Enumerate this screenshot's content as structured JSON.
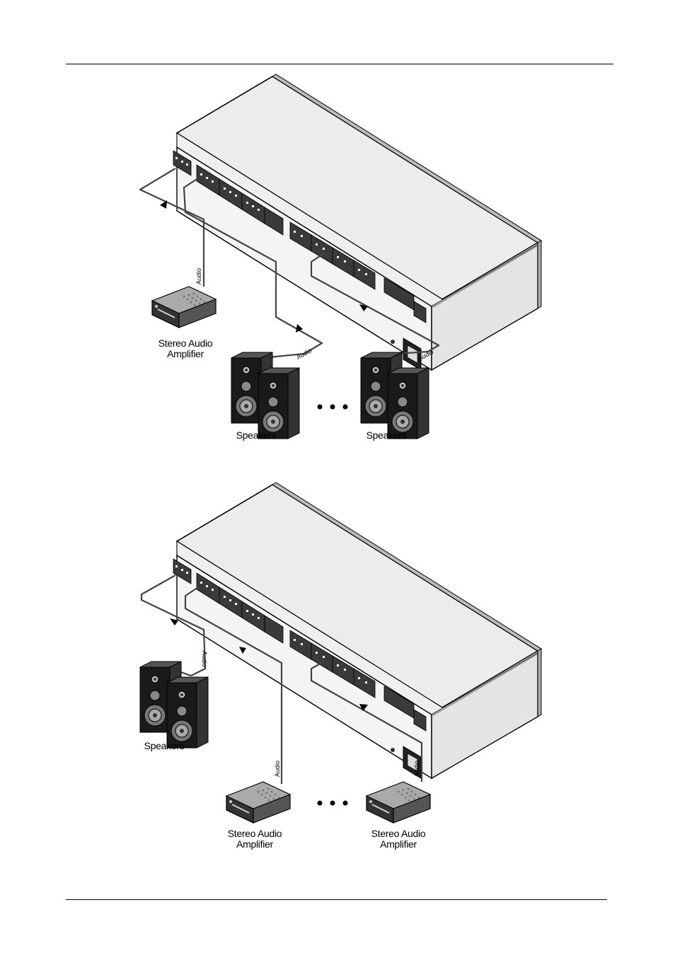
{
  "diagram1": {
    "amplifier_label_line1": "Stereo Audio",
    "amplifier_label_line2": "Amplifier",
    "speakers_left_label": "Speakers",
    "speakers_right_label": "Speakers",
    "cable_label_amp": "Audio",
    "cable_label_spk1": "Audio",
    "cable_label_spk2": "Audio"
  },
  "diagram2": {
    "speakers_label": "Speakers",
    "amplifier_left_line1": "Stereo Audio",
    "amplifier_left_line2": "Amplifier",
    "amplifier_right_line1": "Stereo Audio",
    "amplifier_right_line2": "Amplifier",
    "cable_label_spk": "Audio",
    "cable_label_amp1": "Audio",
    "cable_label_amp2": "Audio"
  },
  "colors": {
    "line": "#000000",
    "cable": "#555555",
    "chassis_top": "#ececec",
    "chassis_front": "#f5f5f5",
    "speaker": "#1a1a1a"
  }
}
